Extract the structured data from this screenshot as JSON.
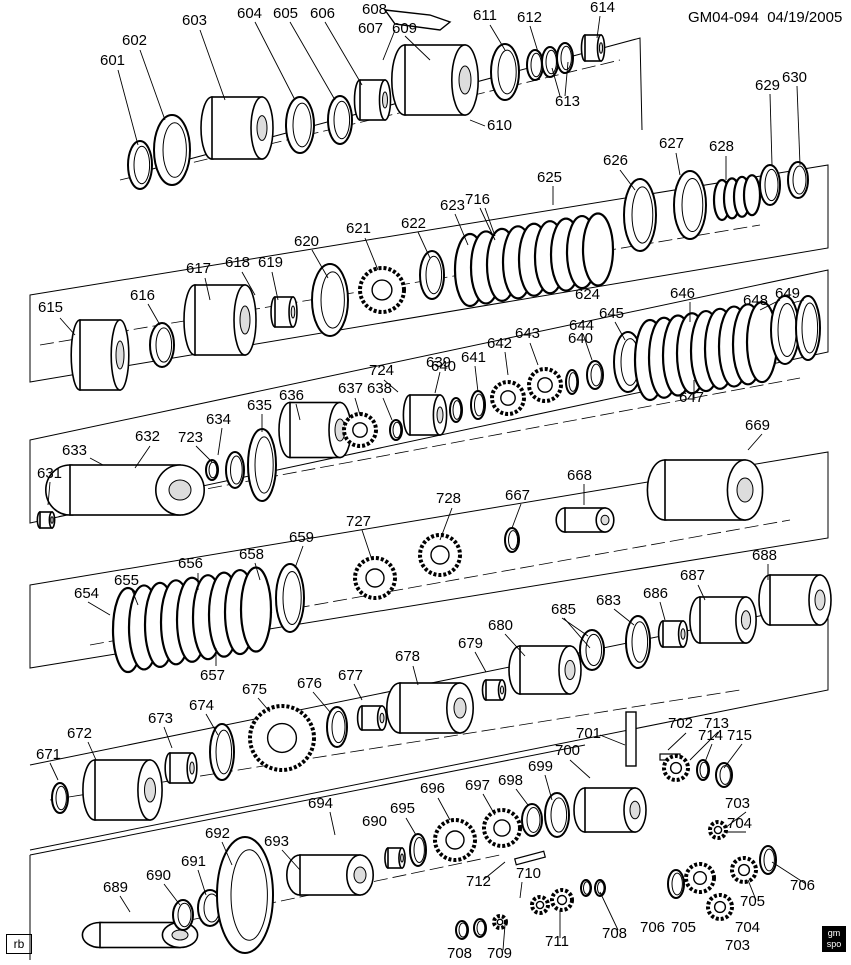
{
  "diagram": {
    "reference": "GM04-094",
    "date": "04/19/2005",
    "corner_badge": "rb",
    "logo_text": "gm spo",
    "callouts": [
      "601",
      "602",
      "603",
      "604",
      "605",
      "606",
      "607",
      "608",
      "609",
      "610",
      "611",
      "612",
      "613",
      "614",
      "615",
      "616",
      "617",
      "618",
      "619",
      "620",
      "621",
      "622",
      "623",
      "624",
      "625",
      "626",
      "627",
      "628",
      "629",
      "630",
      "631",
      "632",
      "633",
      "634",
      "635",
      "636",
      "637",
      "638",
      "639",
      "640",
      "641",
      "642",
      "643",
      "644",
      "645",
      "646",
      "647",
      "648",
      "649",
      "654",
      "655",
      "656",
      "657",
      "658",
      "659",
      "667",
      "668",
      "669",
      "671",
      "672",
      "673",
      "674",
      "675",
      "676",
      "677",
      "678",
      "679",
      "680",
      "683",
      "685",
      "686",
      "687",
      "688",
      "689",
      "690",
      "691",
      "692",
      "693",
      "694",
      "695",
      "696",
      "697",
      "698",
      "699",
      "700",
      "701",
      "702",
      "703",
      "704",
      "705",
      "706",
      "708",
      "709",
      "710",
      "711",
      "712",
      "713",
      "714",
      "715",
      "716",
      "723",
      "724",
      "727",
      "728"
    ]
  }
}
